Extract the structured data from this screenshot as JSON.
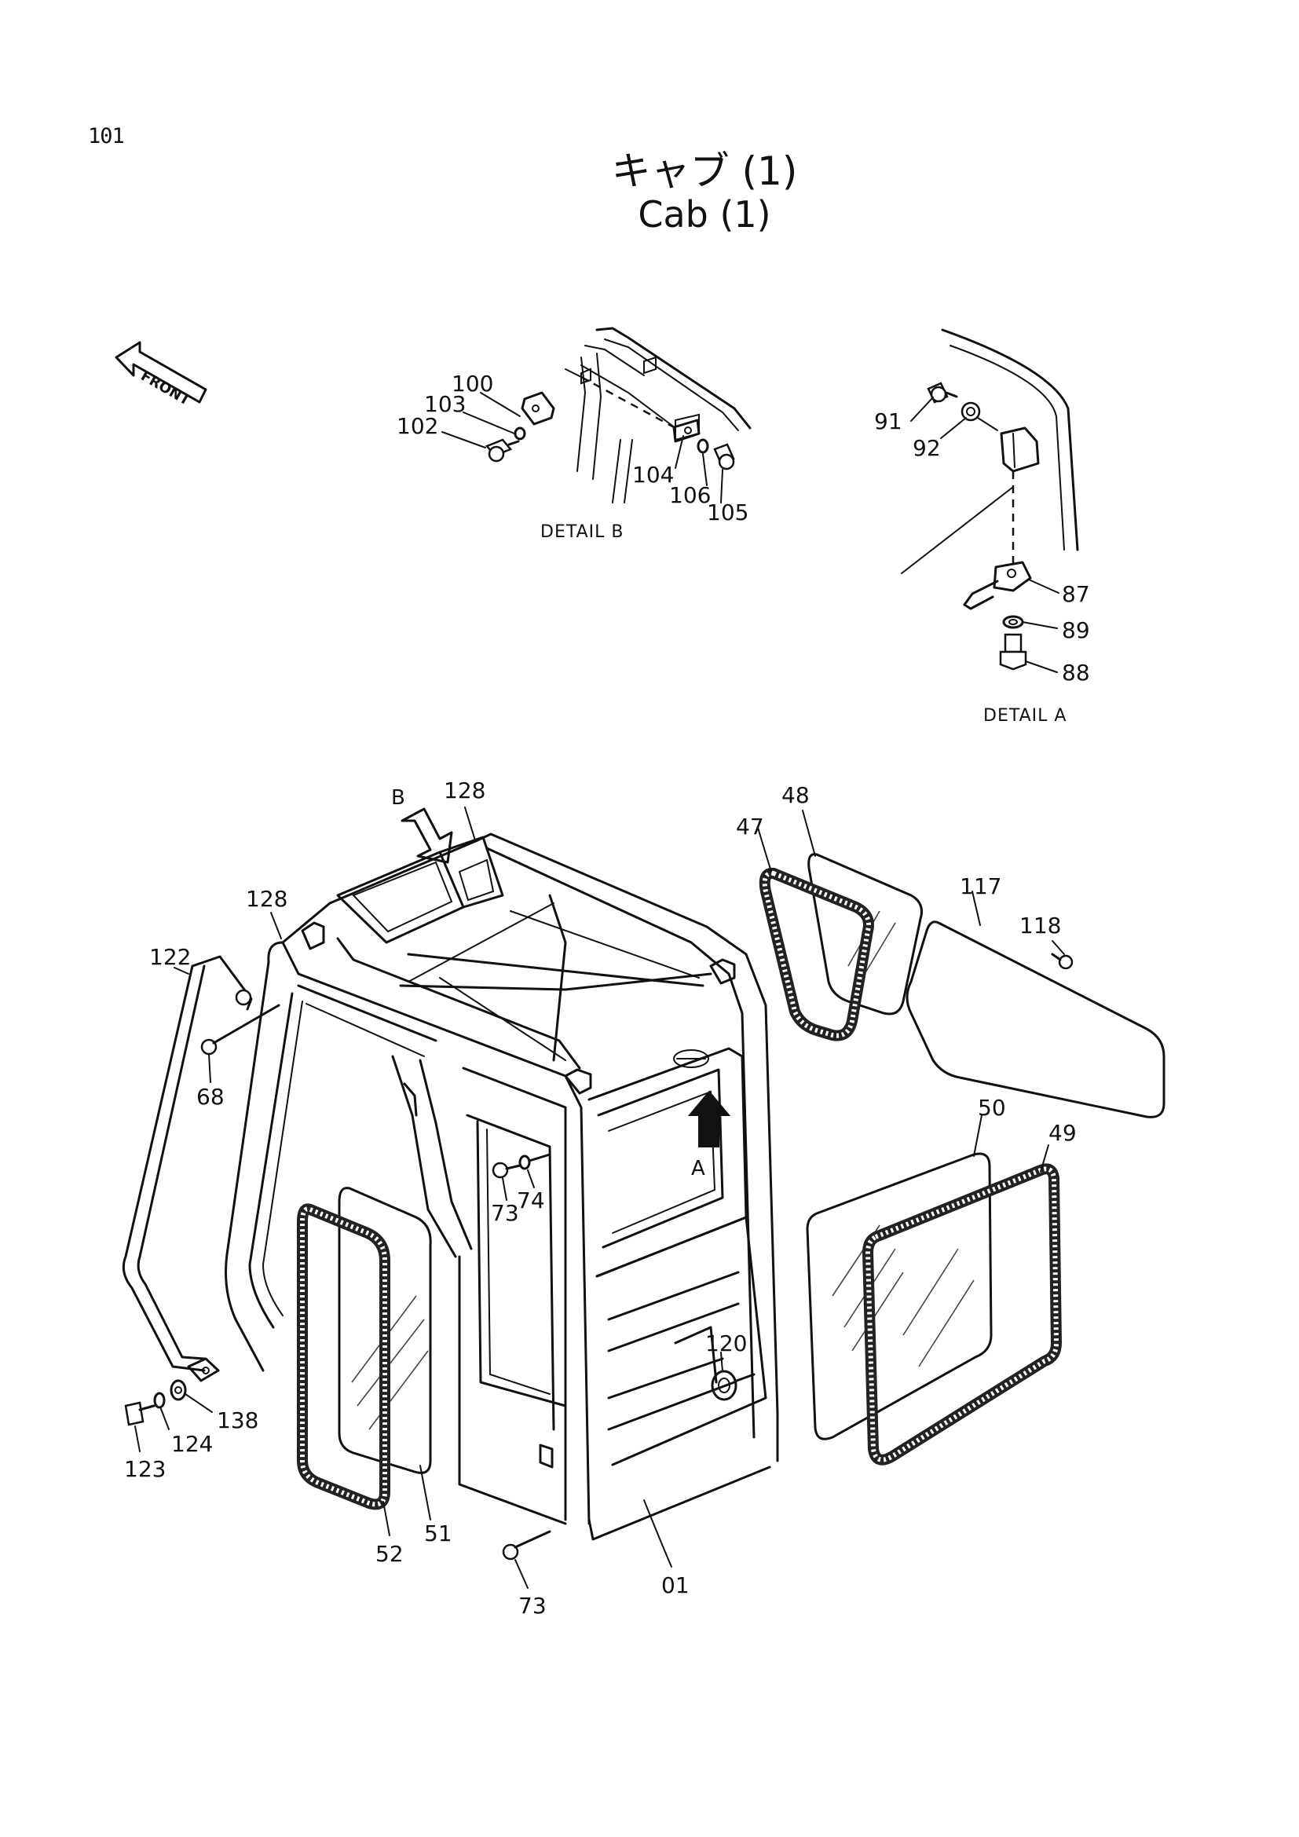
{
  "page_number": "101",
  "title_jp": "キャブ (1)",
  "title_en": "Cab (1)",
  "front_marker": "FRONT",
  "details": [
    {
      "id": "detail-b",
      "label": "DETAIL B"
    },
    {
      "id": "detail-a",
      "label": "DETAIL A"
    }
  ],
  "view_arrows": [
    "B",
    "A"
  ],
  "part_labels": [
    {
      "id": "p100",
      "text": "100"
    },
    {
      "id": "p103",
      "text": "103"
    },
    {
      "id": "p102",
      "text": "102"
    },
    {
      "id": "p104",
      "text": "104"
    },
    {
      "id": "p106",
      "text": "106"
    },
    {
      "id": "p105",
      "text": "105"
    },
    {
      "id": "p91",
      "text": "91"
    },
    {
      "id": "p92",
      "text": "92"
    },
    {
      "id": "p87",
      "text": "87"
    },
    {
      "id": "p89",
      "text": "89"
    },
    {
      "id": "p88",
      "text": "88"
    },
    {
      "id": "p128a",
      "text": "128"
    },
    {
      "id": "p128b",
      "text": "128"
    },
    {
      "id": "p122",
      "text": "122"
    },
    {
      "id": "p68",
      "text": "68"
    },
    {
      "id": "p73a",
      "text": "73"
    },
    {
      "id": "p74",
      "text": "74"
    },
    {
      "id": "p47",
      "text": "47"
    },
    {
      "id": "p48",
      "text": "48"
    },
    {
      "id": "p117",
      "text": "117"
    },
    {
      "id": "p118",
      "text": "118"
    },
    {
      "id": "p50",
      "text": "50"
    },
    {
      "id": "p49",
      "text": "49"
    },
    {
      "id": "p120",
      "text": "120"
    },
    {
      "id": "p138",
      "text": "138"
    },
    {
      "id": "p124",
      "text": "124"
    },
    {
      "id": "p123",
      "text": "123"
    },
    {
      "id": "p52",
      "text": "52"
    },
    {
      "id": "p51",
      "text": "51"
    },
    {
      "id": "p73b",
      "text": "73"
    },
    {
      "id": "p01",
      "text": "01"
    }
  ]
}
